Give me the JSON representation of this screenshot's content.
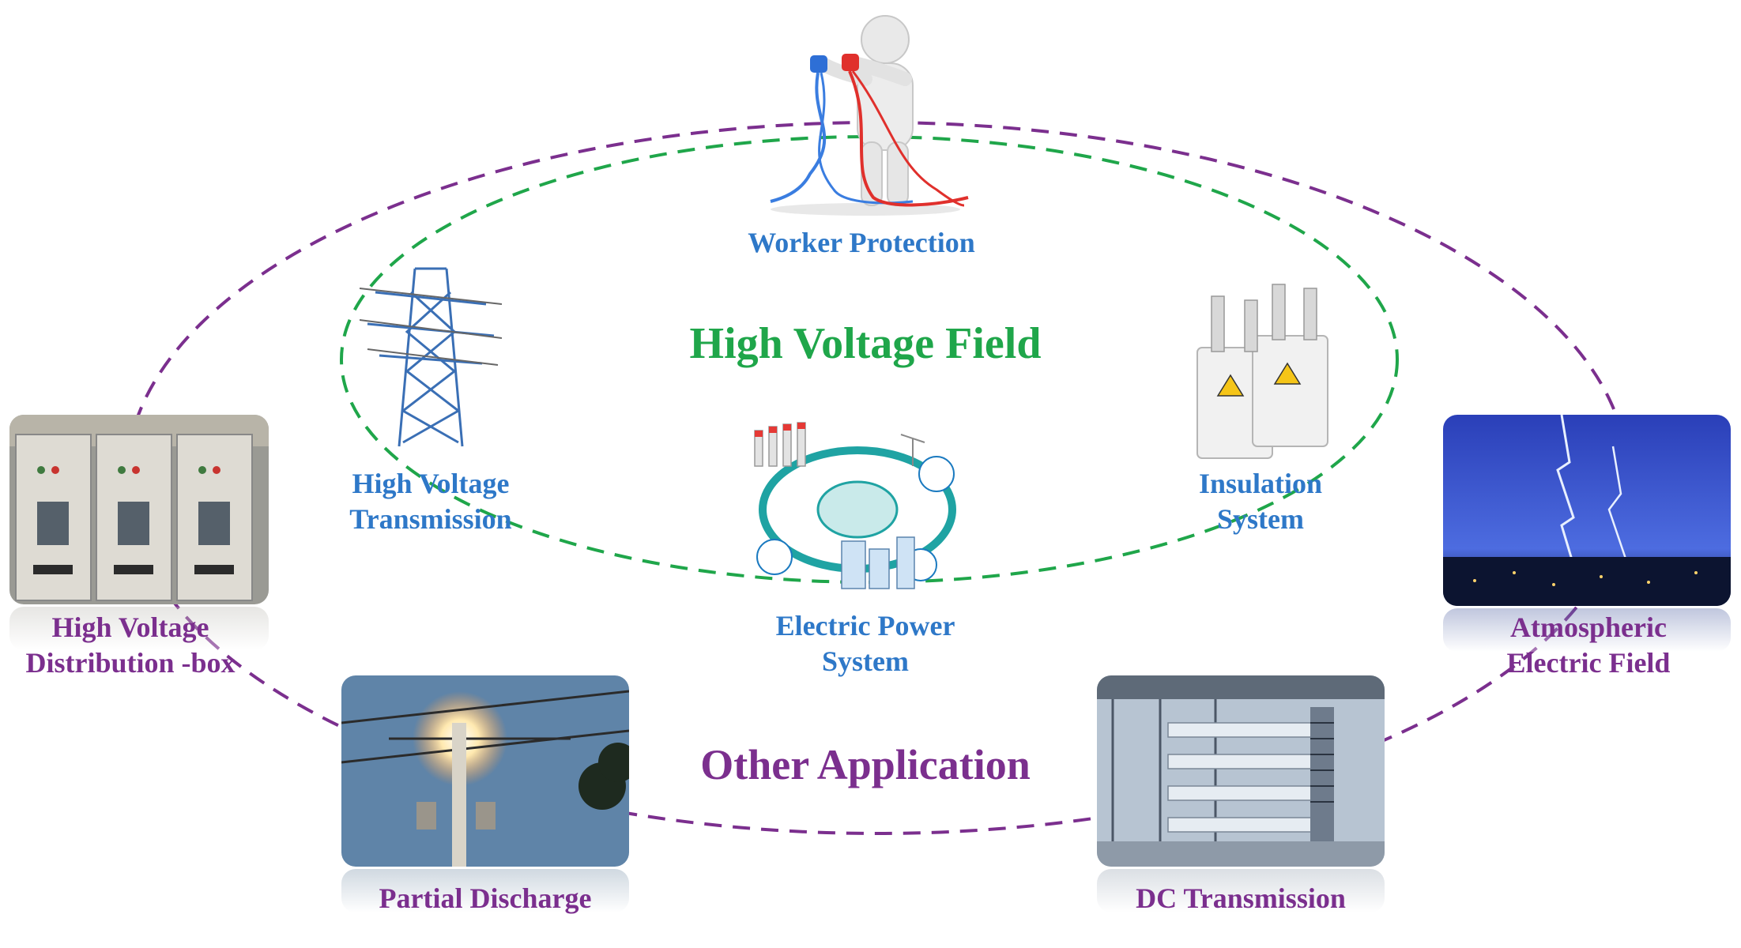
{
  "center": {
    "high_voltage_field": "High Voltage Field",
    "other_application": "Other Application"
  },
  "inner_items": {
    "worker_protection": "Worker Protection",
    "hv_transmission": [
      "High Voltage",
      "Transmission"
    ],
    "insulation_system": [
      "Insulation",
      "System"
    ],
    "electric_power_system": [
      "Electric Power",
      "System"
    ]
  },
  "outer_items": {
    "hv_distribution_box": [
      "High Voltage",
      "Distribution -box"
    ],
    "atmospheric_field": [
      "Atmospheric",
      "Electric Field"
    ],
    "partial_discharge": "Partial Discharge",
    "dc_transmission": "DC Transmission"
  },
  "colors": {
    "inner_ring": "#1fa64a",
    "outer_ring": "#7b2f8e",
    "inner_label": "#2e78c8",
    "outer_label": "#7b2f8e"
  },
  "icons": {
    "worker": "worker-with-cables-icon",
    "tower": "transmission-tower-icon",
    "insulator": "insulator-transformer-icon",
    "power_system": "power-grid-icon"
  }
}
